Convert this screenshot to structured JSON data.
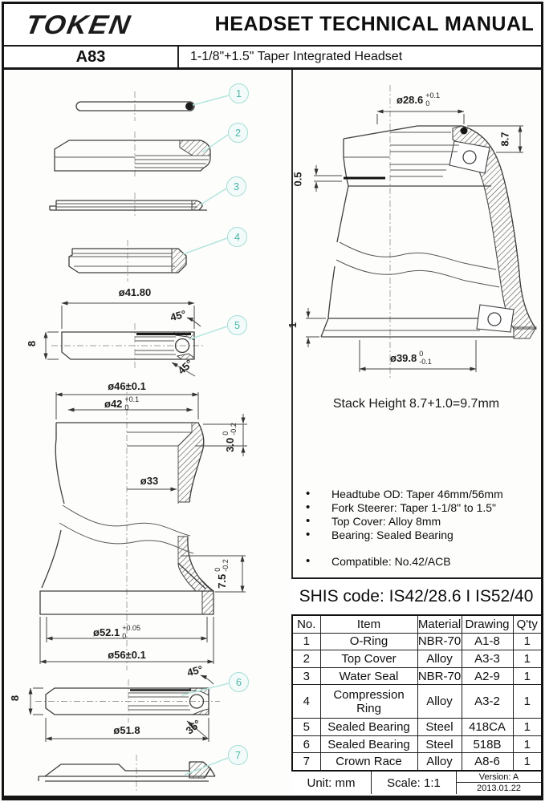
{
  "header": {
    "brand": "TOKEN",
    "title": "HEADSET TECHNICAL MANUAL",
    "model": "A83",
    "subtitle": "1-1/8\"+1.5\" Taper Integrated Headset"
  },
  "callouts": [
    "1",
    "2",
    "3",
    "4",
    "5",
    "6",
    "7"
  ],
  "dims": {
    "d41_80": "ø41.80",
    "deg45": "45°",
    "deg36": "36°",
    "h8": "8",
    "d46": "ø46±0.1",
    "d42": "ø42",
    "d42_tp": "+0.1",
    "d42_tm": "0",
    "d30": "3.0",
    "d30_tp": "0",
    "d30_tm": "-0.2",
    "d33": "ø33",
    "d75": "7.5",
    "d75_tp": "0",
    "d75_tm": "-0.2",
    "d521": "ø52.1",
    "d521_tp": "+0.05",
    "d521_tm": "0",
    "d56": "ø56±0.1",
    "d518": "ø51.8",
    "d286": "ø28.6",
    "d286_tp": "+0.1",
    "d286_tm": "0",
    "d87": "8.7",
    "d05": "0.5",
    "d1": "1",
    "d398": "ø39.8",
    "d398_tp": "0",
    "d398_tm": "-0.1"
  },
  "stack_height_note": "Stack Height 8.7+1.0=9.7mm",
  "specs": [
    "Headtube OD: Taper 46mm/56mm",
    "Fork Steerer: Taper 1-1/8\" to 1.5\"",
    "Top Cover: Alloy 8mm",
    "Bearing: Sealed Bearing"
  ],
  "compatible": "Compatible: No.42/ACB",
  "shis_code": "SHIS code: IS42/28.6 I IS52/40",
  "table": {
    "headers": [
      "No.",
      "Item",
      "Material",
      "Drawing",
      "Q'ty"
    ],
    "rows": [
      [
        "1",
        "O-Ring",
        "NBR-70",
        "A1-8",
        "1"
      ],
      [
        "2",
        "Top Cover",
        "Alloy",
        "A3-3",
        "1"
      ],
      [
        "3",
        "Water Seal",
        "NBR-70",
        "A2-9",
        "1"
      ],
      [
        "4",
        "Compression Ring",
        "Alloy",
        "A3-2",
        "1"
      ],
      [
        "5",
        "Sealed Bearing",
        "Steel",
        "418CA",
        "1"
      ],
      [
        "6",
        "Sealed Bearing",
        "Steel",
        "518B",
        "1"
      ],
      [
        "7",
        "Crown Race",
        "Alloy",
        "A8-6",
        "1"
      ]
    ]
  },
  "footer": {
    "unit": "Unit: mm",
    "scale": "Scale: 1:1",
    "version": "Version: A",
    "date": "2013.01.22"
  },
  "colors": {
    "accent_teal": "#4fb7ab",
    "line": "#3f3f3f",
    "ink": "#141414"
  }
}
